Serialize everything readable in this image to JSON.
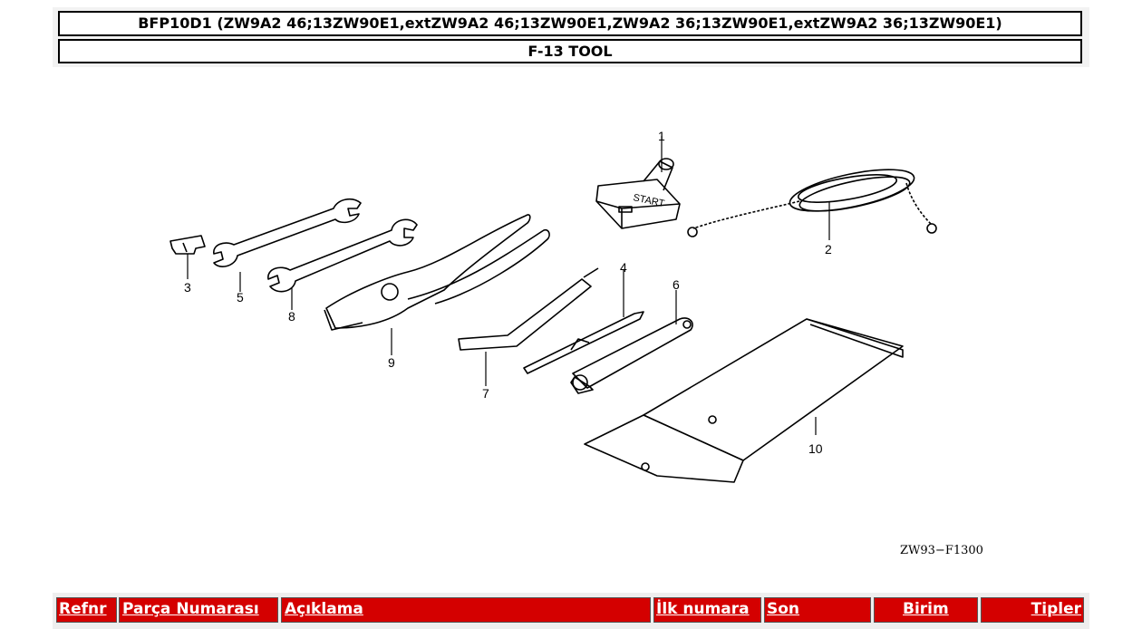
{
  "header": {
    "model_line": "BFP10D1 (ZW9A2 46;13ZW90E1,extZW9A2 46;13ZW90E1,ZW9A2 36;13ZW90E1,extZW9A2 36;13ZW90E1)",
    "section_title": "F-13 TOOL"
  },
  "diagram": {
    "callouts": [
      "1",
      "2",
      "3",
      "4",
      "5",
      "6",
      "7",
      "8",
      "9",
      "10"
    ],
    "start_handle_text": "START",
    "drawing_code": "ZW93−F1300"
  },
  "table": {
    "columns": [
      "Refnr",
      "Parça Numarası",
      "Açıklama",
      "İlk numara",
      "Son",
      "Birim",
      "Tipler"
    ],
    "header_color": "#d40000"
  }
}
